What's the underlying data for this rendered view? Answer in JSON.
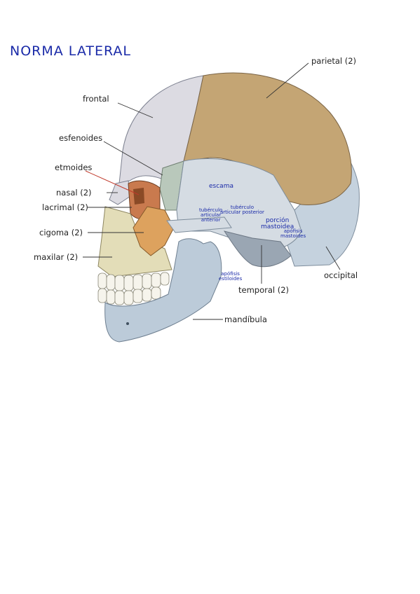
{
  "title": "NORMA LATERAL",
  "labels": {
    "parietal": "parietal (2)",
    "frontal": "frontal",
    "esfenoides": "esfenoides",
    "etmoides": "etmoides",
    "nasal": "nasal (2)",
    "lacrimal": "lacrimal (2)",
    "cigoma": "cigoma (2)",
    "maxilar": "maxilar (2)",
    "occipital": "occipital",
    "temporal": "temporal (2)",
    "mandibula": "mandíbula"
  },
  "annotations": {
    "escama": "escama",
    "tuberculo_articular": [
      "tubérculo",
      "articular",
      "anterior"
    ],
    "tuberculo_retro": [
      "tubérculo",
      "articular posterior"
    ],
    "porcion_mastoidea": [
      "porción",
      "mastoidea"
    ],
    "apofisis_mastoides": [
      "apófisis",
      "mastoides"
    ],
    "apofisis_estiloides": [
      "apófisis",
      "estiloides"
    ]
  },
  "colors": {
    "title": "#1a2aa8",
    "parietal": "#c4a574",
    "occipital": "#c5d2de",
    "frontal": "#dcdbe2",
    "temporal": "#d5dce3",
    "zygoma": "#dda25e",
    "maxilla": "#e3ddb8",
    "mandible": "#bccbd9",
    "ethmoid_line": "#c0392b"
  }
}
